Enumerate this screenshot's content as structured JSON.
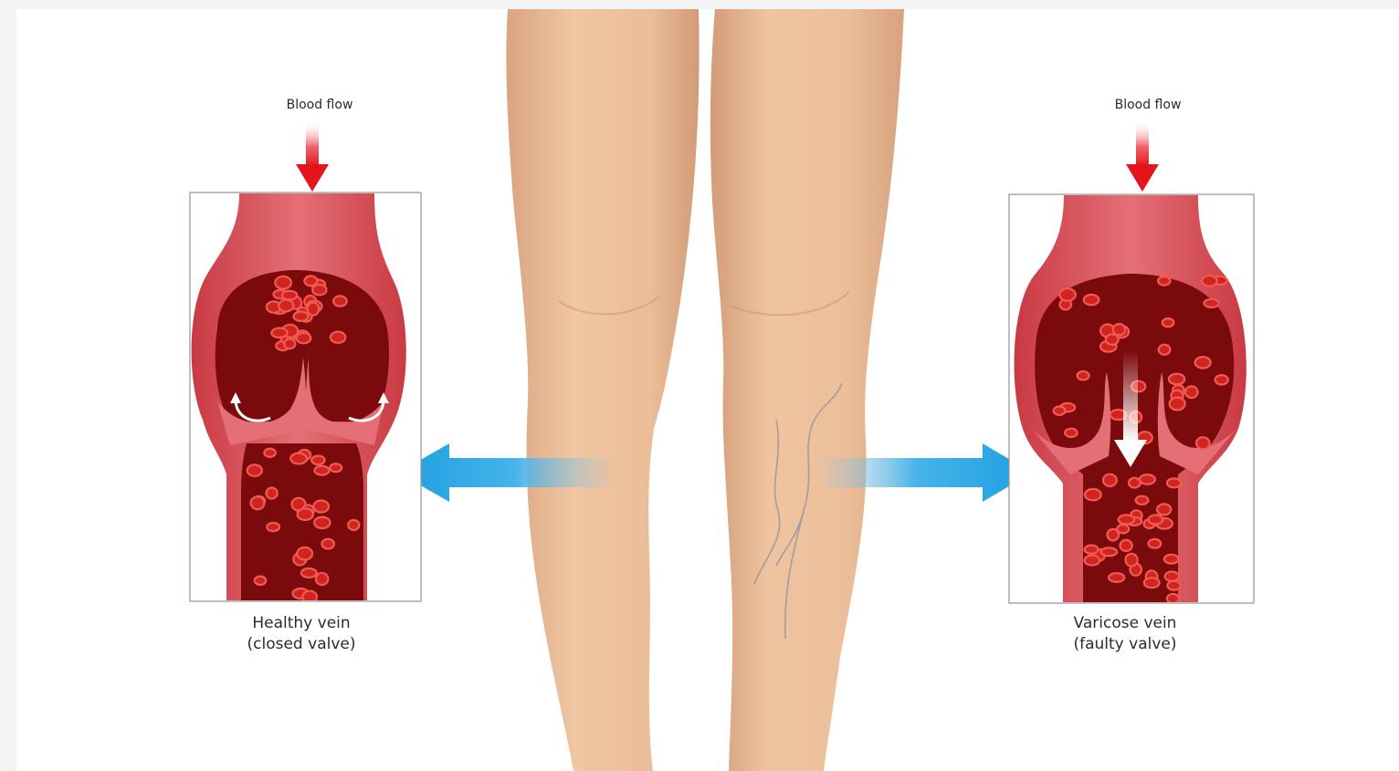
{
  "left_panel": {
    "flow_label": "Blood flow",
    "caption_line1": "Healthy vein",
    "caption_line2": "(closed valve)"
  },
  "right_panel": {
    "flow_label": "Blood flow",
    "caption_line1": "Varicose vein",
    "caption_line2": "(faulty valve)"
  },
  "colors": {
    "flow_arrow": "#e3141c",
    "pointer_arrow": "#2aa4e0",
    "vein_wall": "#e2626a",
    "vein_interior": "#7a0a0c",
    "blood_cell": "#d2241f",
    "skin": "#e9b994"
  }
}
